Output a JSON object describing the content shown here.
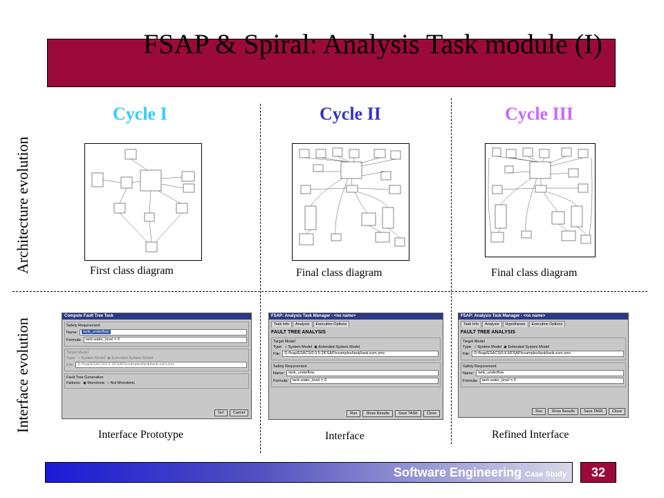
{
  "title": "FSAP & Spiral: Analysis Task module (I)",
  "colors": {
    "title_bar": "#9b0a3a",
    "cycle1": "#33ccff",
    "cycle2": "#3333cc",
    "cycle3": "#cc66ff"
  },
  "cycles": [
    "Cycle I",
    "Cycle II",
    "Cycle III"
  ],
  "row_labels": {
    "architecture": "Architecture evolution",
    "interface": "Interface evolution"
  },
  "diagram_captions": [
    "First class diagram",
    "Final class diagram",
    "Final class diagram"
  ],
  "interface_captions": [
    "Interface Prototype",
    "Interface",
    "Refined Interface"
  ],
  "proto": {
    "window_title": "Compute Fault Tree Task",
    "safety_requirement": "Safety Requirement",
    "name_label": "Name:",
    "name_value": "tank_underflow",
    "formula_label": "Formula:",
    "formula_value": "tank.water_level = 0",
    "target_model": "Target Model",
    "type_label": "Type:",
    "system_model": "System Model",
    "extended_model": "Extended System Model",
    "file_label": "File:",
    "file_value": "D:/fsap/ESACS/0.9.1/FSAP/examples/tank/tank-esm.smv",
    "ftg": "Fault Tree Generation",
    "failures_label": "Failures:",
    "monotonic": "Monotonic",
    "not_monotonic": "Not Monotonic",
    "go": "Go!",
    "cancel": "Cancel"
  },
  "iface": {
    "window_title": "FSAP: Analysis Task Manager - <no name>",
    "tabs": [
      "Task Info",
      "Analysis",
      "Execution Options"
    ],
    "heading": "FAULT TREE ANALYSIS",
    "target_model": "Target Model",
    "type_label": "Type:",
    "system_model": "System Model",
    "extended_model": "Extended System Model",
    "file_label": "File:",
    "file_value": "D:/fsap/ESACS/0.9.5-2/FSAP/examples/tank/tank-esm.smv",
    "safety_requirement": "Safety Requirement",
    "name_label": "Name:",
    "name_value": "tank_underflow",
    "formula_label": "Formula:",
    "formula_value": "tank.water_level = 0",
    "buttons": [
      "Run",
      "Show Results",
      "Save TASK",
      "Close"
    ]
  },
  "refined": {
    "window_title": "FSAP: Analysis Task Manager - <no name>",
    "tabs": [
      "Task Info",
      "Analysis",
      "Hypotheses",
      "Execution Options"
    ],
    "heading": "FAULT TREE ANALYSIS",
    "target_model": "Target Model",
    "type_label": "Type:",
    "system_model": "System Model",
    "extended_model": "Extended System Model",
    "file_label": "File:",
    "file_value": "D:/fsap/ESACS/0.9.6/FSAP/examples/tank/tank-esm.smv",
    "safety_requirement": "Safety Requirement",
    "name_label": "Name:",
    "name_value": "tank_underflow",
    "formula_label": "Formula:",
    "formula_value": "tank.water_level = 0",
    "buttons": [
      "Run",
      "Show Results",
      "Save TASK",
      "Close"
    ]
  },
  "footer": {
    "main": "Software Engineering",
    "small": "Case Study",
    "page": "32"
  }
}
